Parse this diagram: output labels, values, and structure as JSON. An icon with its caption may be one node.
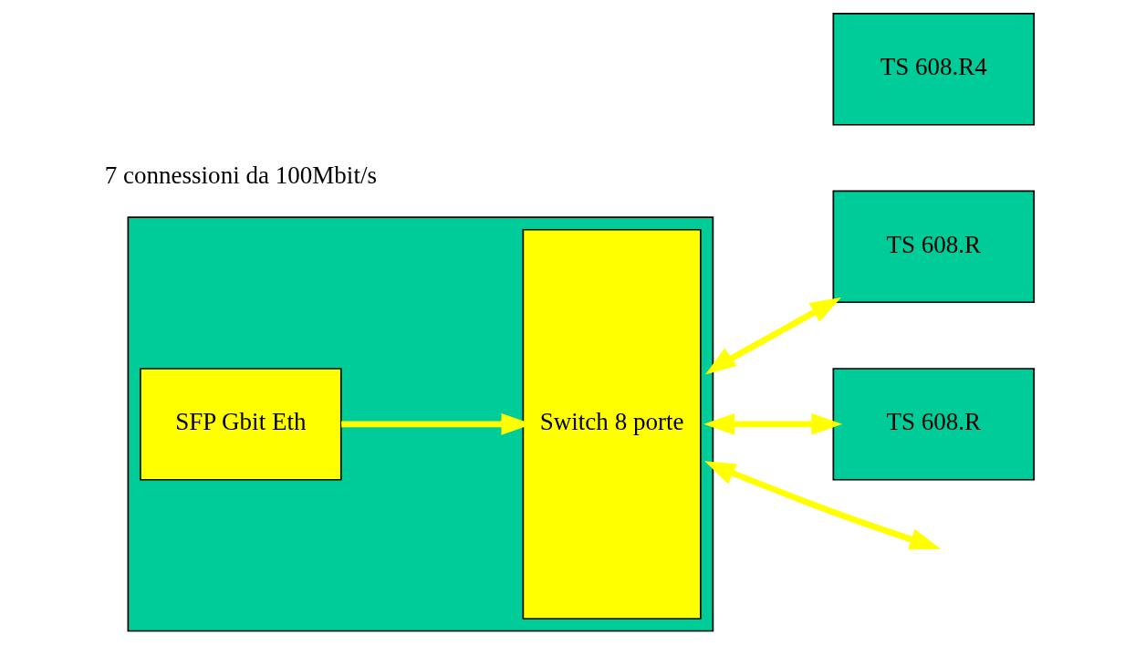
{
  "diagram": {
    "nodes": [
      {
        "text": [],
        "shape": "box"
      },
      {
        "text": [
          "Switch 8 porte"
        ],
        "in": 0
      },
      {
        "text": [
          "SFP Gbit Eth"
        ],
        "in": 0
      },
      {
        "text": [
          "TS 608.R"
        ]
      },
      {
        "text": [
          "TS 608.R4"
        ]
      },
      {
        "text": [
          "TS 608.R"
        ]
      }
    ],
    "edges": [
      {
        "from": 0,
        "to": 3,
        "arrow": "both"
      },
      {
        "from": 0,
        "to": null,
        "arrow": "both"
      },
      {
        "from": 0,
        "to": 5,
        "arrow": "both"
      },
      {
        "from": 2,
        "to": 1,
        "arrow": "to"
      }
    ],
    "labels": [
      "7 connessioni da 100Mbit/s"
    ]
  }
}
